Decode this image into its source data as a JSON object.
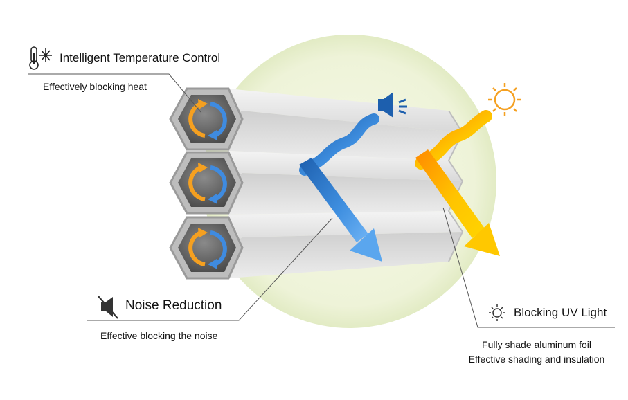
{
  "features": {
    "temperature": {
      "title": "Intelligent Temperature Control",
      "subtitle": "Effectively blocking heat",
      "icon": "thermometer-snowflake-icon"
    },
    "noise": {
      "title": "Noise Reduction",
      "subtitle": "Effective blocking the noise",
      "icon": "muted-speaker-icon"
    },
    "uv": {
      "title": "Blocking UV Light",
      "subtitle_line1": "Fully shade aluminum foil",
      "subtitle_line2": "Effective shading and insulation",
      "icon": "sun-icon"
    }
  },
  "colors": {
    "blue_arrow": "#2f7fd0",
    "orange_arrow": "#ff9a10",
    "yellow_arrow": "#ffd000",
    "cell_circle": "#eef3dc",
    "accent_orange": "#f5a020",
    "accent_blue": "#3f8be0"
  }
}
